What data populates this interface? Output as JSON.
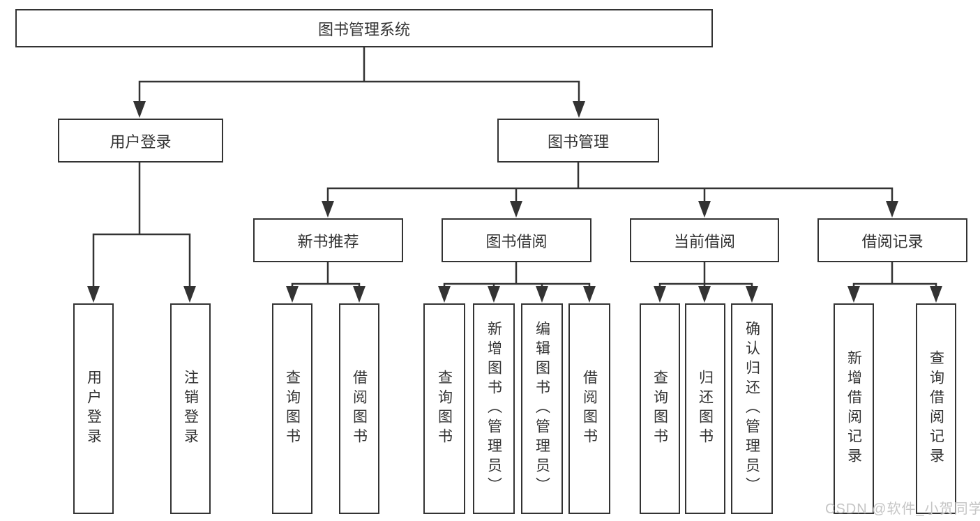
{
  "diagram": {
    "root": "图书管理系统",
    "user_login": {
      "label": "用户登录",
      "children": [
        "用户登录",
        "注销登录"
      ]
    },
    "book_mgmt": {
      "label": "图书管理",
      "children": [
        {
          "label": "新书推荐",
          "children": [
            "查询图书",
            "借阅图书"
          ]
        },
        {
          "label": "图书借阅",
          "children": [
            "查询图书",
            "新增图书（管理员）",
            "编辑图书（管理员）",
            "借阅图书"
          ]
        },
        {
          "label": "当前借阅",
          "children": [
            "查询图书",
            "归还图书",
            "确认归还（管理员）"
          ]
        },
        {
          "label": "借阅记录",
          "children": [
            "新增借阅记录",
            "查询借阅记录"
          ]
        }
      ]
    }
  },
  "watermark": "CSDN @软件_小贺同学",
  "colors": {
    "line": "#333333",
    "box_border": "#333333",
    "text": "#333333",
    "watermark": "#c5c5c5",
    "background": "#ffffff"
  }
}
